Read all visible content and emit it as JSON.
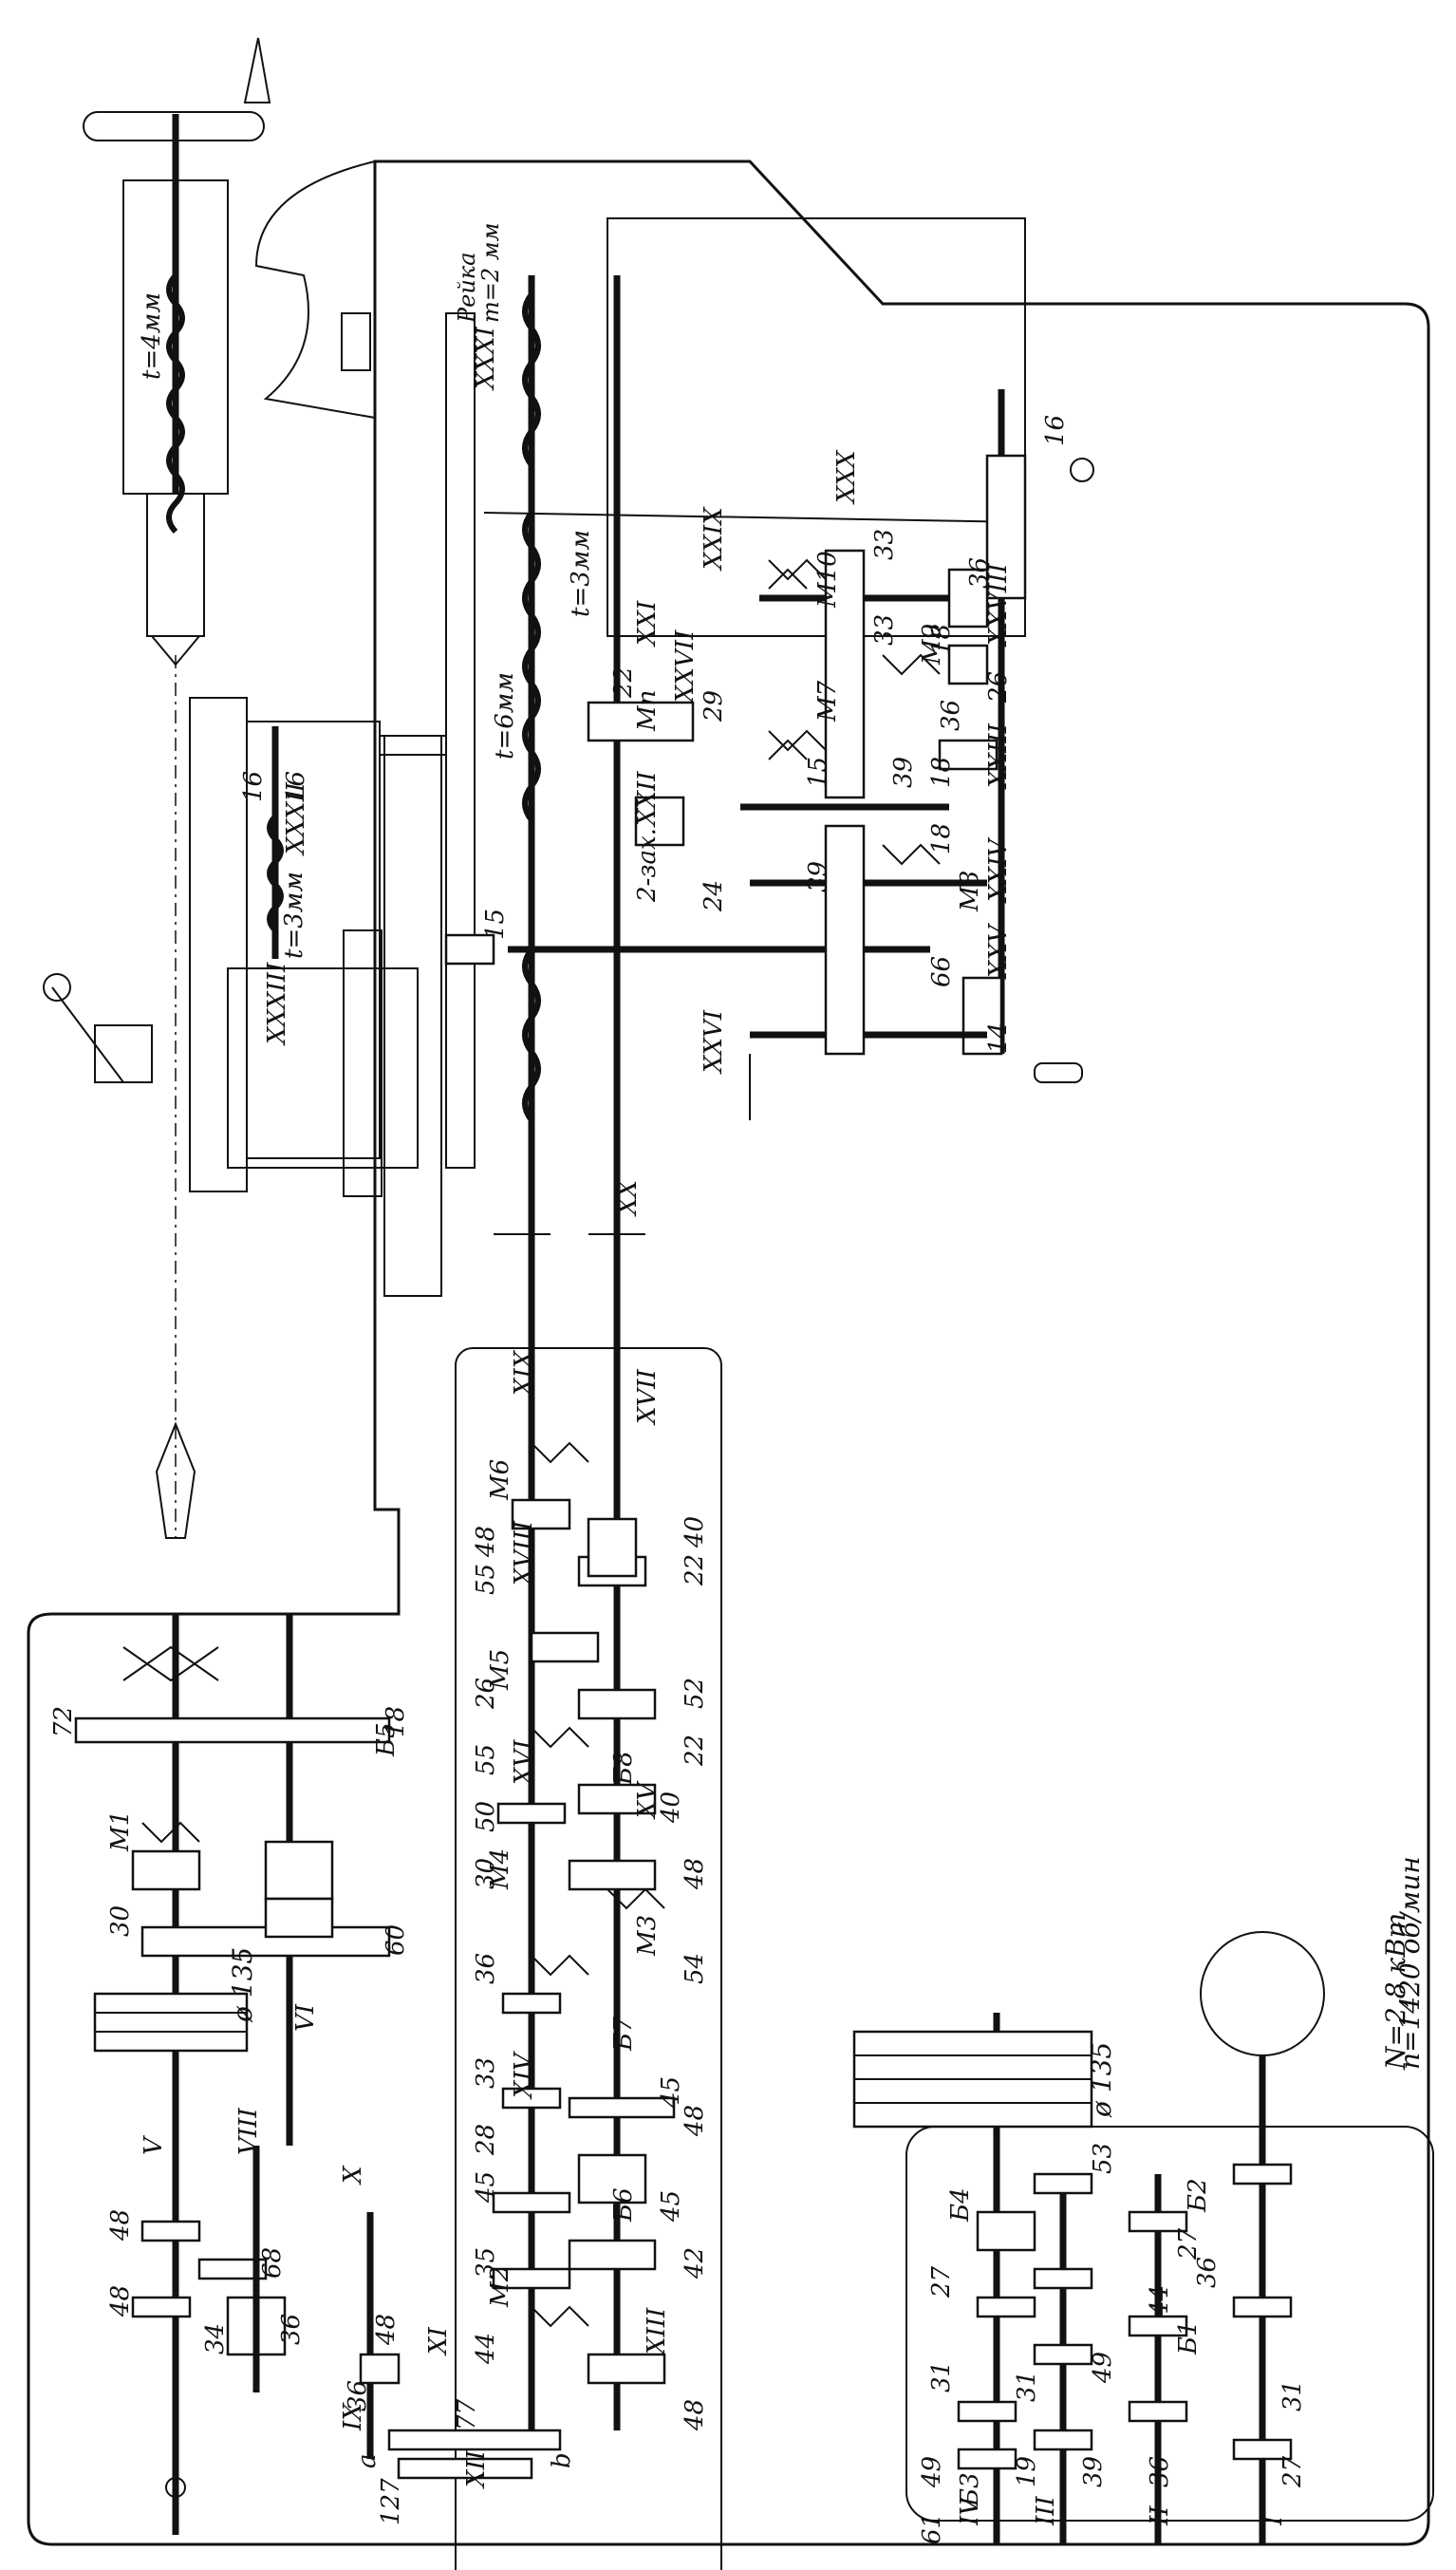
{
  "shafts": {
    "I": "I",
    "II": "II",
    "III": "III",
    "IV": "IV",
    "V": "V",
    "VI": "VI",
    "VIII": "VIII",
    "IX": "IX",
    "X": "X",
    "XI": "XI",
    "XII": "XII",
    "XIII": "XIII",
    "XIV": "XIV",
    "XV": "XV",
    "XVI": "XVI",
    "XVII": "XVII",
    "XVIII": "XVIII",
    "XIX": "XIX",
    "XX": "XX",
    "XXI": "XXI",
    "XXII": "XXII",
    "XXIII": "XXIII",
    "XXIV": "XXIV",
    "XXV": "XXV",
    "XXVI": "XXVI",
    "XXVII": "XXVII",
    "XXVIII": "XXVIII",
    "XXIX": "XXIX",
    "XXX": "XXX",
    "XXXI": "XXXI",
    "XXXII": "XXXII",
    "XXXIII": "XXXIII"
  },
  "motor": {
    "power": "N=2,8 кВт",
    "speed": "n=1420 об/мин"
  },
  "pulleys": {
    "top": "ø 135",
    "bottom": "ø 135"
  },
  "pitches": {
    "tailstock": "t=4мм",
    "cross_slide": "t=3мм",
    "lead_screw": "t=6мм",
    "mid_screw": "t=3мм"
  },
  "rack": {
    "name": "Рейка",
    "module": "m=2 мм"
  },
  "clutches": {
    "M1": "M1",
    "M2": "M2",
    "M3": "M3",
    "M4": "M4",
    "M5": "M5",
    "M6": "M6",
    "M7": "M7",
    "M8": "M8",
    "M9": "M9",
    "M10": "M10",
    "Mn": "Mп"
  },
  "blocks": {
    "b1": "Б1",
    "b2": "Б2",
    "b3": "Б3",
    "b4": "Б4",
    "b5": "Б5",
    "b6": "Б6",
    "b7": "Б7",
    "b8": "Б8"
  },
  "letters": {
    "a": "a",
    "b": "b"
  },
  "worm_note": "2-зах.",
  "gear_teeth": {
    "z72": "72",
    "z18a": "18",
    "z30": "30",
    "z60": "60",
    "z48a": "48",
    "z48b": "48",
    "z68": "68",
    "z34": "34",
    "z36a": "36",
    "z48c": "48",
    "z36b": "36",
    "z127": "127",
    "z77": "77",
    "z44": "44",
    "z35": "35",
    "z45a": "45",
    "z28": "28",
    "z33": "33",
    "z36c": "36",
    "z30b": "30",
    "z50": "50",
    "z55a": "55",
    "z26": "26",
    "z55b": "55",
    "z48d": "48",
    "z48e": "48",
    "z42": "42",
    "z45b": "45",
    "z48f": "48",
    "z45c": "45",
    "z54": "54",
    "z48g": "48",
    "z40a": "40",
    "z22a": "22",
    "z52": "52",
    "z22b": "22",
    "z40b": "40",
    "z61": "61",
    "z49a": "49",
    "z27a": "27",
    "z31a": "31",
    "z31b": "31",
    "z39a": "39",
    "z19": "19",
    "z49b": "49",
    "z36d": "36",
    "z44b": "44",
    "z53": "53",
    "z27b": "27",
    "z36e": "36",
    "z31c": "31",
    "z27c": "27",
    "z22c": "22",
    "z29": "29",
    "z24": "24",
    "z15a": "15",
    "z39b": "39",
    "z39c": "39",
    "z36f": "36",
    "z18b": "18",
    "z18c": "18",
    "z18d": "18",
    "z33b": "33",
    "z33c": "33",
    "z36g": "36",
    "z16a": "16",
    "z26b": "26",
    "z66": "66",
    "z14": "14",
    "z15b": "15",
    "z16b": "16",
    "z16c": "16"
  }
}
